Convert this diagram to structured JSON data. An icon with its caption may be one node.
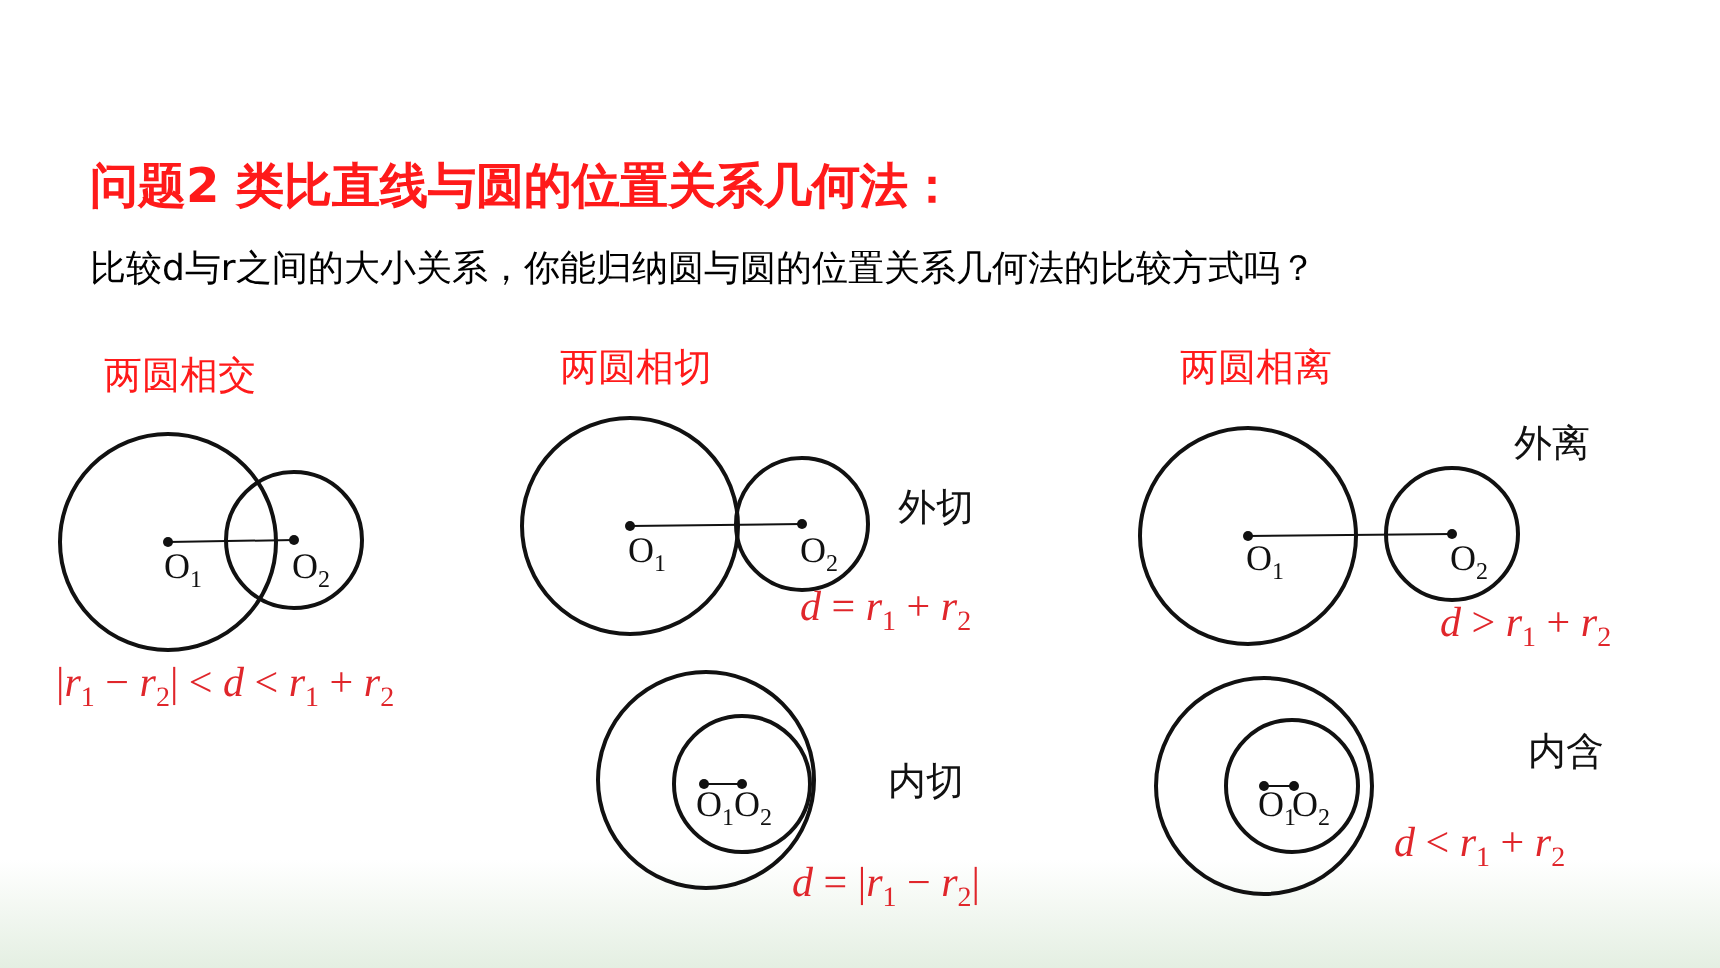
{
  "diagram": {
    "title": "问题2 类比直线与圆的位置关系几何法：",
    "labels": [
      "比较d与r之间的大小关系，你能归纳圆与圆的位置关系几何法的比较方式吗？",
      "两圆相交",
      "两圆相切",
      "两圆相离",
      "外离",
      "外切",
      "O$_{1}$",
      "O$_{2}$",
      "O$_{1}$",
      "O$_{2}$",
      "O$_{1}$",
      "O$_{2}$",
      "*d* = *r*$_{1}$ + *r*$_{2}$",
      "*d* > *r*$_{1}$ + *r*$_{2}$",
      "|*r*$_{1}$ − *r*$_{2}$| < *d* < *r*$_{1}$ + *r*$_{2}$",
      "内含",
      "内切",
      "O$_{1}$",
      "O$_{2}$",
      "O$_{1}$",
      "O$_{2}$",
      "*d* < *r*$_{1}$ + *r*$_{2}$",
      "*d* = |*r*$_{1}$ − *r*$_{2}$|"
    ]
  }
}
